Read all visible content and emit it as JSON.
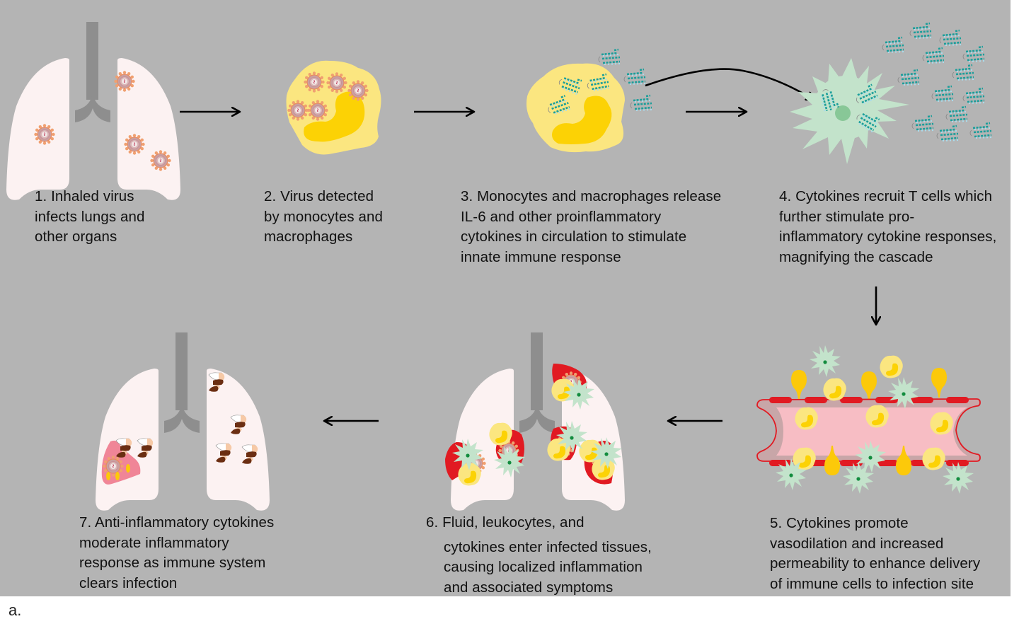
{
  "figure": {
    "label": "a.",
    "background_color": "#b4b4b4",
    "flow": [
      "step-1",
      "step-2",
      "step-3",
      "step-4",
      "step-5",
      "step-6",
      "step-7"
    ],
    "colors": {
      "lung": "#fcf2f2",
      "trachea": "#8e8e8e",
      "macrophage_cytoplasm": "#fbe680",
      "macrophage_nucleus": "#fcd205",
      "t_cell": "#c3e3cb",
      "t_cell_nucleus": "#88c797",
      "cytokine": "#1a9e9a",
      "vessel_wall": "#e11a22",
      "vessel_lumen": "#f7bdc4",
      "inflammation": "#e11a22",
      "fluid_drop": "#fcc90a",
      "resolving_tissue": "#f08597",
      "anti_inflammatory_cytokine": "#6b2e12",
      "virus": "#e9855c",
      "arrow": "#000000"
    }
  },
  "steps": [
    {
      "number": "1.",
      "lines": [
        "1. Inhaled virus",
        "infects lungs and",
        "other organs"
      ],
      "illustration": "lungs-with-virus-icon"
    },
    {
      "number": "2.",
      "lines": [
        "2. Virus detected",
        "by monocytes and",
        "macrophages"
      ],
      "illustration": "macrophage-with-virus-icon"
    },
    {
      "number": "3.",
      "lines": [
        "3. Monocytes and macrophages  release",
        "IL-6 and other proinflammatory",
        "cytokines in circulation to stimulate",
        "innate immune response"
      ],
      "illustration": "macrophage-releasing-cytokines-icon"
    },
    {
      "number": "4.",
      "lines": [
        "4. Cytokines recruit T cells which",
        "further stimulate  pro-",
        "inflammatory cytokine responses,",
        "magnifying the cascade"
      ],
      "illustration": "t-cell-with-cytokines-icon"
    },
    {
      "number": "5.",
      "lines": [
        "5. Cytokines promote",
        "vasodilation and increased",
        "permeability to enhance delivery",
        "of immune cells to infection site"
      ],
      "illustration": "blood-vessel-icon"
    },
    {
      "number": "6.",
      "lines": [
        "6. Fluid, leukocytes, and",
        "cytokines enter infected tissues,",
        "causing localized inflammation",
        "and associated symptoms"
      ],
      "illustration": "inflamed-lungs-icon"
    },
    {
      "number": "7.",
      "lines": [
        "7. Anti-inflammatory cytokines",
        "moderate inflammatory",
        "response as immune system",
        "clears infection"
      ],
      "illustration": "recovering-lungs-icon"
    }
  ]
}
